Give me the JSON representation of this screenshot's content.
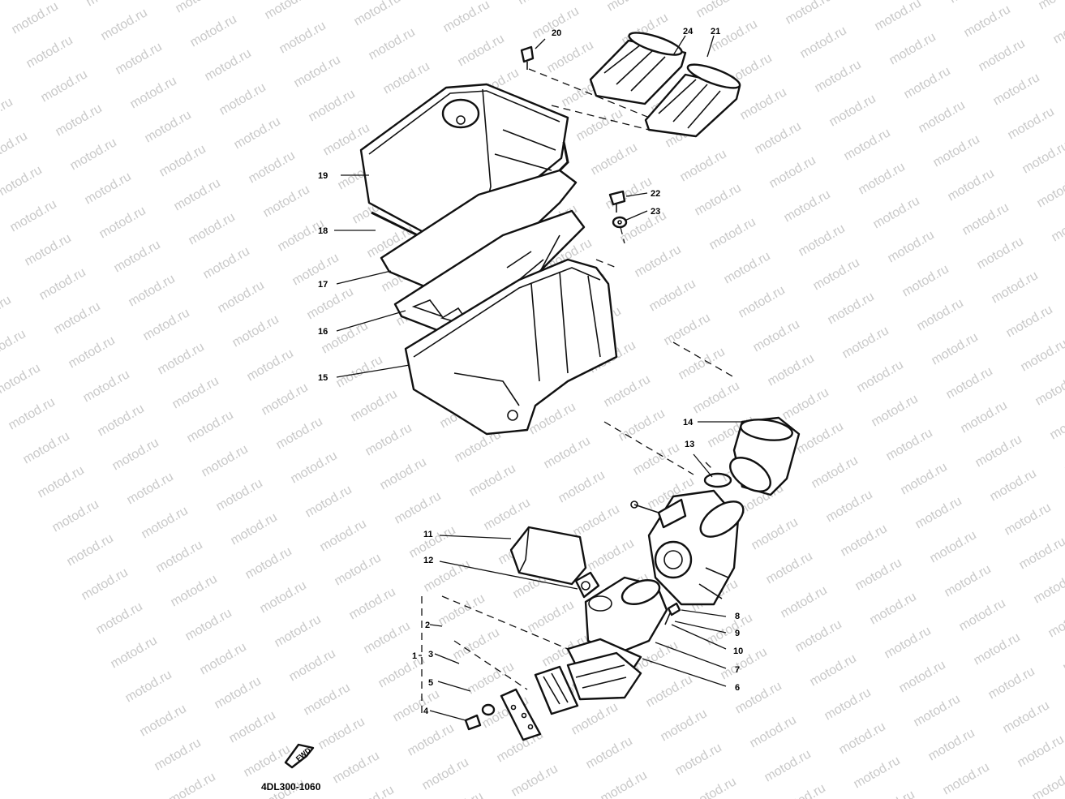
{
  "watermark": "motod.ru",
  "diagram_code": "4DL300-1060",
  "logo_text": "FWD",
  "callouts": {
    "c1": "1",
    "c2": "2",
    "c3": "3",
    "c4": "4",
    "c5": "5",
    "c6": "6",
    "c7": "7",
    "c8": "8",
    "c9": "9",
    "c10": "10",
    "c11": "11",
    "c12": "12",
    "c13": "13",
    "c14": "14",
    "c15": "15",
    "c16": "16",
    "c17": "17",
    "c18": "18",
    "c19": "19",
    "c20": "20",
    "c21": "21",
    "c22": "22",
    "c23": "23",
    "c24": "24"
  }
}
